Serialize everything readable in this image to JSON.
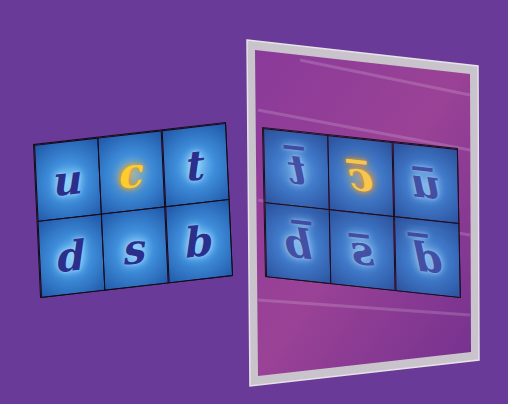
{
  "diagram": {
    "nodes": [
      {
        "text": [
          "u"
        ]
      },
      {
        "text": [
          "c"
        ]
      },
      {
        "text": [
          "t"
        ]
      },
      {
        "text": [
          "d"
        ]
      },
      {
        "text": [
          "s"
        ]
      },
      {
        "text": [
          "b"
        ]
      },
      {
        "text": [
          "t̅"
        ]
      },
      {
        "text": [
          "c̅"
        ]
      },
      {
        "text": [
          "u̅"
        ]
      },
      {
        "text": [
          "b̅"
        ]
      },
      {
        "text": [
          "s̅"
        ]
      },
      {
        "text": [
          "d̅"
        ]
      }
    ]
  }
}
